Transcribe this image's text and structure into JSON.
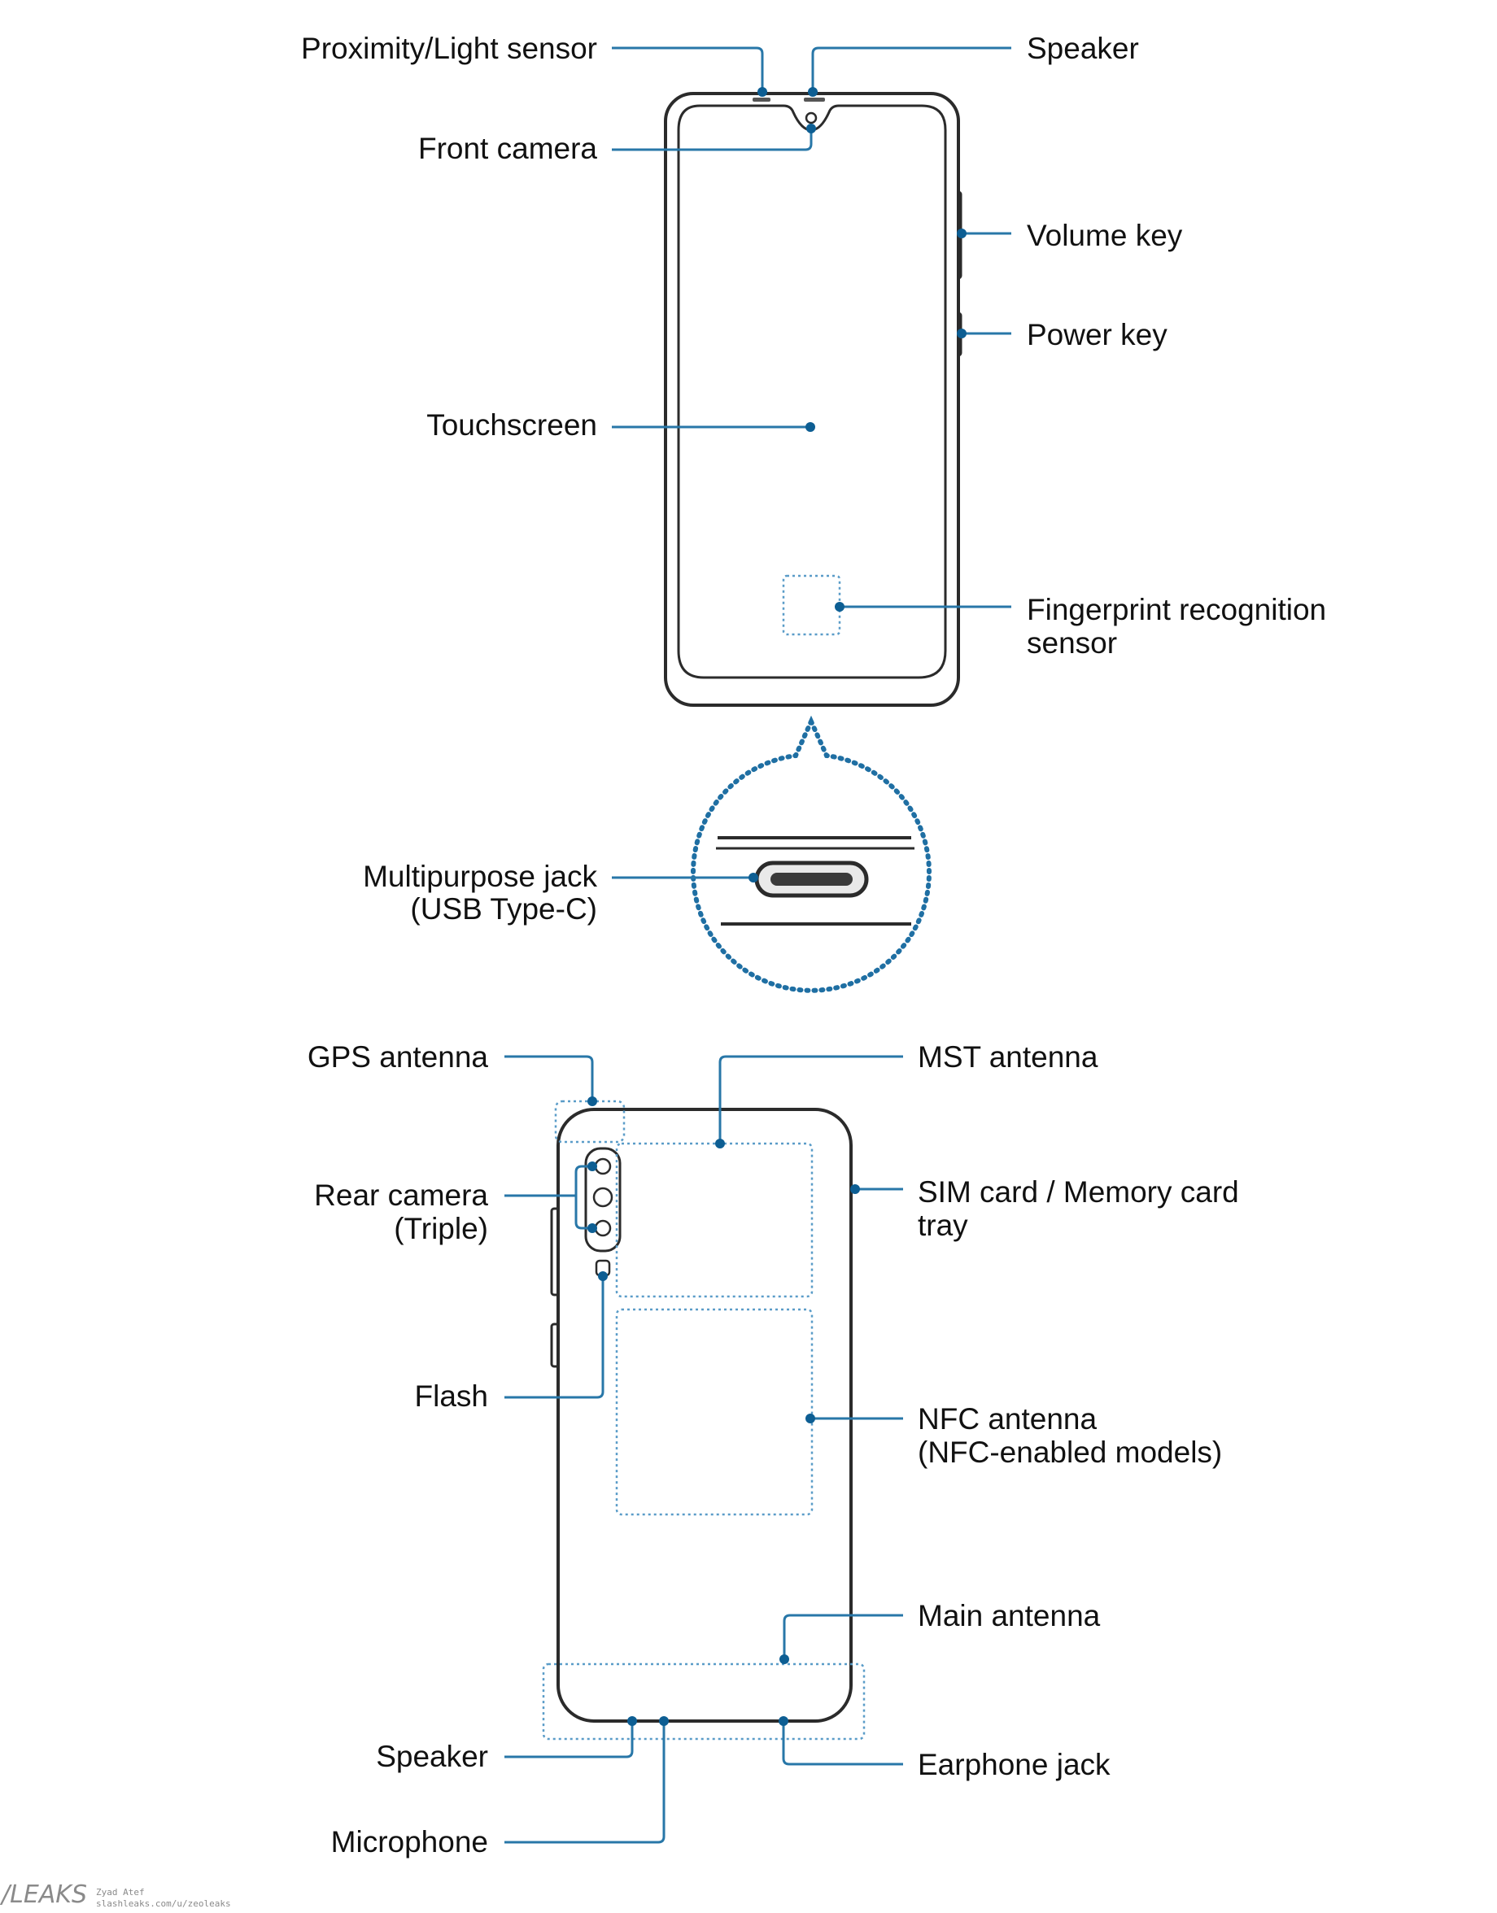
{
  "colors": {
    "leader": "#2877a8",
    "dot": "#0d5e93",
    "outline": "#2b2b2b",
    "zone": "#5a9cc8"
  },
  "front": {
    "proximity_sensor": "Proximity/Light sensor",
    "speaker": "Speaker",
    "front_camera": "Front camera",
    "volume_key": "Volume key",
    "power_key": "Power key",
    "touchscreen": "Touchscreen",
    "fingerprint_line1": "Fingerprint recognition",
    "fingerprint_line2": "sensor",
    "jack_line1": "Multipurpose jack",
    "jack_line2": "(USB Type-C)"
  },
  "back": {
    "gps_antenna": "GPS antenna",
    "mst_antenna": "MST antenna",
    "rear_camera_line1": "Rear camera",
    "rear_camera_line2": "(Triple)",
    "sim_tray_line1": "SIM card / Memory card",
    "sim_tray_line2": "tray",
    "flash": "Flash",
    "nfc_line1": "NFC antenna",
    "nfc_line2": "(NFC-enabled models)",
    "main_antenna": "Main antenna",
    "speaker": "Speaker",
    "earphone_jack": "Earphone jack",
    "microphone": "Microphone"
  },
  "watermark": {
    "logo": "/LEAKS",
    "line1": "Zyad Atef",
    "line2": "slashleaks.com/u/zeoleaks"
  }
}
